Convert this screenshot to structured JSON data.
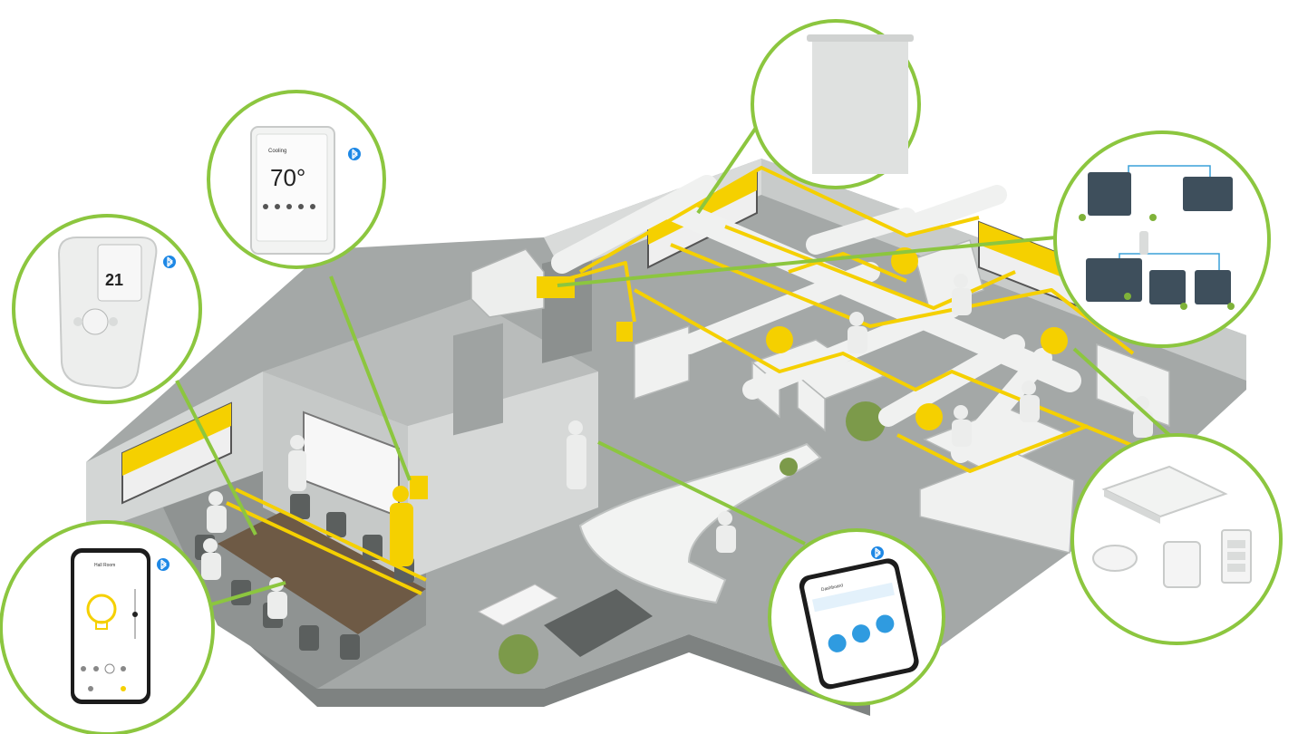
{
  "colors": {
    "callout_ring": "#8CC63F",
    "network_yellow": "#F5D000",
    "floor": "#9FA3A2",
    "wall": "#C9CCCB",
    "bluetooth": "#1E88E5"
  },
  "callouts": {
    "remote_control": {
      "display_value": "21",
      "icon": "bluetooth-icon"
    },
    "wall_thermostat": {
      "display_value": "70°",
      "header_text": "Cooling",
      "icon": "bluetooth-icon"
    },
    "window_blind": {},
    "controllers": {},
    "phone_app_light": {
      "header_text": "Hall Room",
      "icon": "bluetooth-icon"
    },
    "phone_app_building": {
      "header_text": "Dashboard",
      "icon": "bluetooth-icon"
    },
    "sensors_fixtures": {}
  }
}
